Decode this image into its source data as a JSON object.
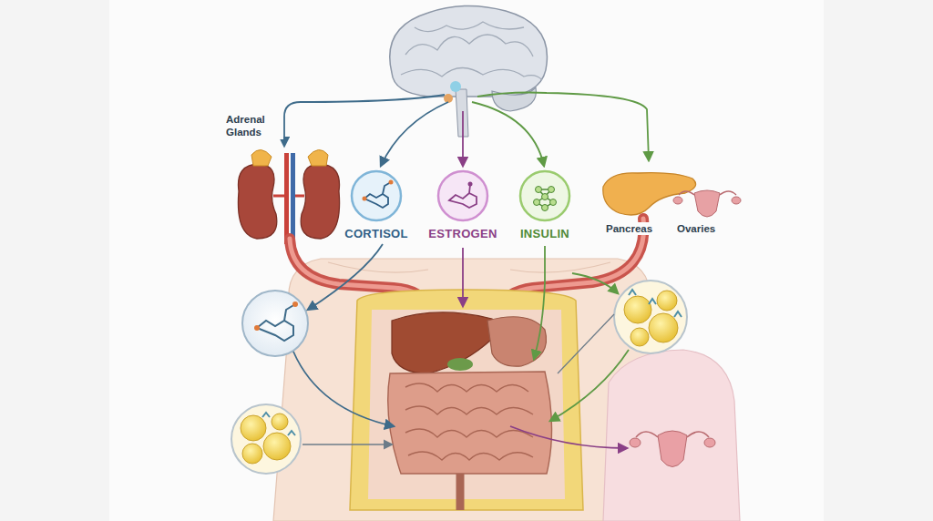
{
  "diagram": {
    "nodes": [
      {
        "text": [
          "CORTISOL"
        ]
      },
      {
        "text": [
          "ESTROGEN"
        ]
      },
      {
        "text": [
          "INSULIN"
        ]
      }
    ],
    "labels": [
      "Adrenal Glands",
      "Pancreas",
      "Ovaries"
    ]
  }
}
